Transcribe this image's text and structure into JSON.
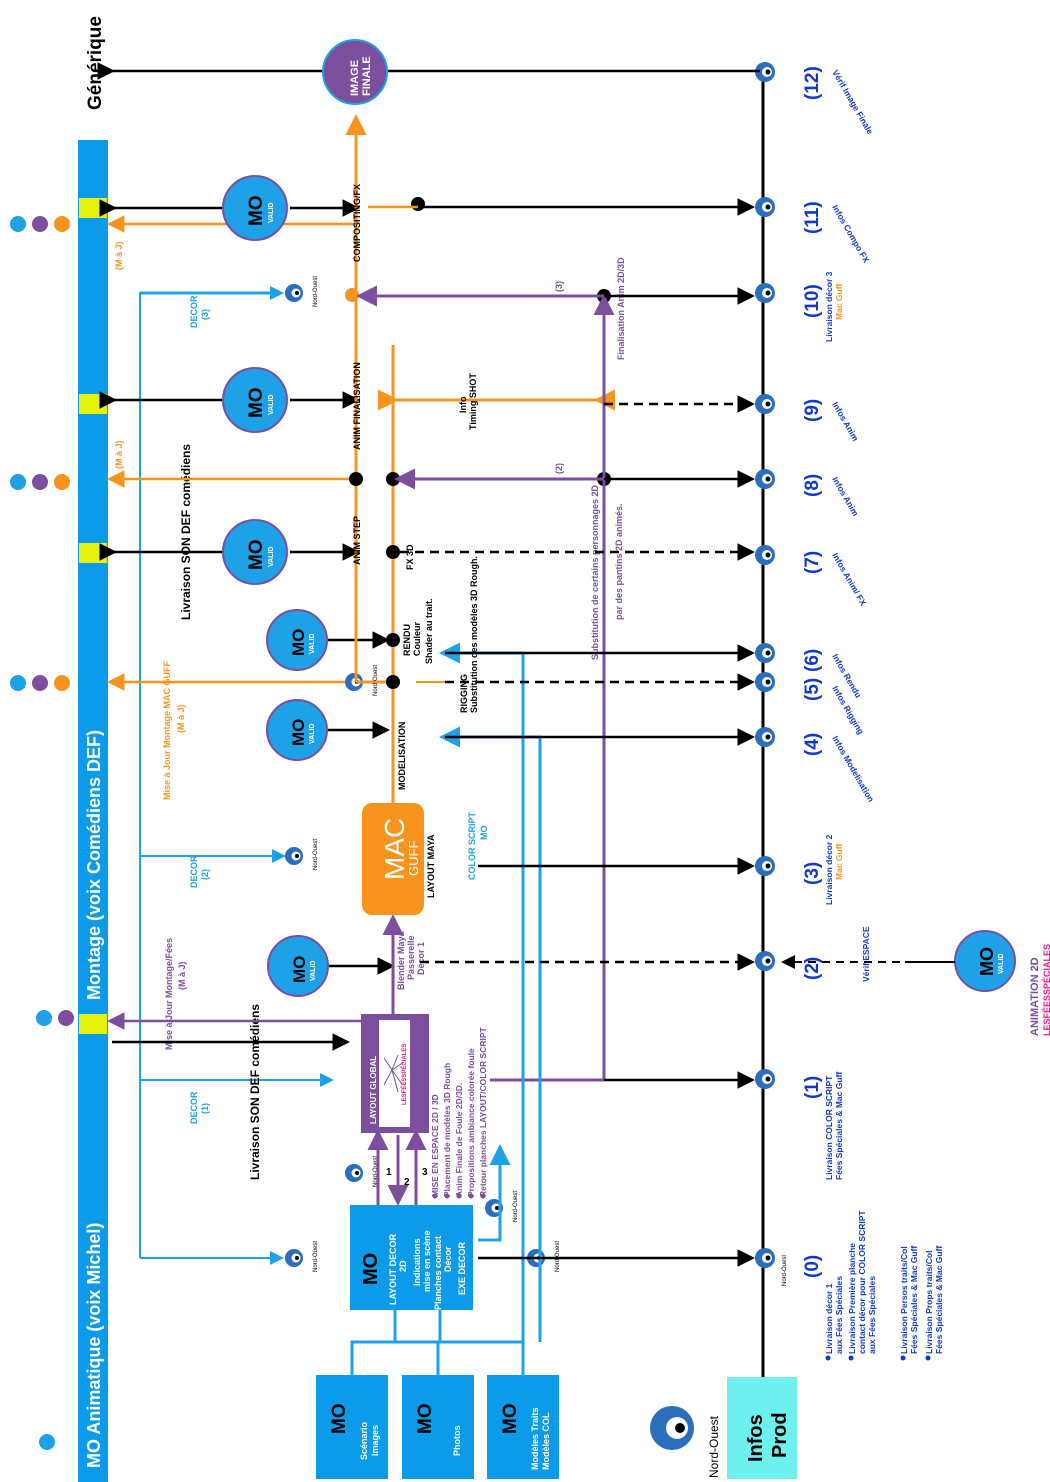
{
  "banner": {
    "generique": "Générique",
    "montage": "Montage (voix Comédiens DEF)",
    "mo_animatique": "MO Animatique (voix Michel)"
  },
  "colors": {
    "banner": "#0c9be8",
    "orange": "#f7941d",
    "purple": "#7b4f9d",
    "light_blue": "#1ea1e6",
    "dark_blue": "#1338c8",
    "black": "#000000",
    "yellow": "#e5f20b",
    "cyan": "#6ef0ef",
    "mo_box": "#0c9be8"
  },
  "boxes": {
    "mo_scenario": {
      "mo": "MO",
      "l1": "Scénario",
      "l2": "Images"
    },
    "mo_photos": {
      "mo": "MO",
      "l1": "Photos"
    },
    "mo_modeles": {
      "mo": "MO",
      "l1": "Modèles Traits",
      "l2": "Modèles COL"
    },
    "infos_prod": {
      "l1": "Infos",
      "l2": "Prod"
    },
    "layout_decor": {
      "mo": "MO",
      "l1": "LAYOUT DECOR",
      "l2": "2D",
      "l3": "Indications",
      "l4": "mise en scène",
      "l5": "Planches contact",
      "l6": "Décor",
      "l7": "EXE DECOR"
    },
    "layout_global": {
      "title": "LAYOUT GLOBAL",
      "logo": "LESFÉESSPÉCIALES"
    },
    "mac_guff": {
      "l1": "MAC",
      "l2": "GUFF",
      "sub": "LAYOUT MAYA"
    },
    "image_finale": {
      "l1": "IMAGE",
      "l2": "FINALE"
    }
  },
  "valid_circles": [
    {
      "mo": "MO",
      "valid": "VALID"
    },
    {
      "mo": "MO",
      "valid": "VALID"
    },
    {
      "mo": "MO",
      "valid": "VALID"
    },
    {
      "mo": "MO",
      "valid": "VALID"
    },
    {
      "mo": "MO",
      "valid": "VALID"
    },
    {
      "mo": "MO",
      "valid": "VALID"
    },
    {
      "mo": "MO",
      "valid": "VALID"
    }
  ],
  "pipeline_labels": {
    "modelisation": "MODELISATION",
    "rigging": "RIGGING",
    "rigging_sub": "Substitution des modèles 3D Rough.",
    "rendu": "RENDU",
    "rendu_sub1": "Couleur",
    "rendu_sub2": "Shader au trait.",
    "fx3d": "FX 3D",
    "anim_step": "ANIM STEP",
    "anim_finalisation": "ANIM FINALISATION",
    "info_timing1": "Info",
    "info_timing2": "Timing SHOT",
    "compositing": "COMPOSITING/FX",
    "color_script_mo1": "COLOR SCRIPT",
    "color_script_mo2": "MO",
    "blender1": "Blender Maya",
    "blender2": "Passerelle",
    "blender3": "Décor 1",
    "substitution1": "Substitution de certains personnages 2D",
    "substitution2": "par des pantins 2D animés.",
    "finalisation_anim": "Finalisation Anim 2D/3D",
    "step2": "(2)",
    "step3": "(3)",
    "arrow1": "1",
    "arrow2": "2",
    "arrow3": "3"
  },
  "mise_en_espace": [
    "MISE EN ESPACE 2D / 3D",
    "Placement de modèles 3D Rough",
    "Anim Finale de Foule 2D/3D.",
    "Propositions ambiance colorée foule",
    "Retour planches LAYOUT/COLOR SCRIPT"
  ],
  "banner_side": {
    "decor1_a": "DECOR",
    "decor1_b": "(1)",
    "decor2_a": "DECOR",
    "decor2_b": "(2)",
    "decor3_a": "DECOR",
    "decor3_b": "(3)",
    "livraison_son_1": "Livraison SON DEF comédiens",
    "livraison_son_2": "Livraison SON DEF comédiens",
    "maj_fees_a": "Mise à Jour Montage/Fées",
    "maj_fees_b": "(M à J)",
    "maj_mac_a": "Mise à Jour Montage MAC GUFF",
    "maj_mac_b": "(M à J)",
    "maj_1": "(M à J)",
    "maj_2": "(M à J)"
  },
  "nord_ouest": "Nord-Ouest",
  "timeline_numbers": [
    "(0)",
    "(1)",
    "(2)",
    "(3)",
    "(4)",
    "(5)",
    "(6)",
    "(7)",
    "(8)",
    "(9)",
    "(10)",
    "(11)",
    "(12)"
  ],
  "timeline_infos": {
    "i0": [
      "Livraison décor 1",
      "aux Fées Spéciales",
      "Livraison Première planche",
      "contact décor pour COLOR SCRIPT",
      "aux Fées Spéciales",
      "Livraison Persos traits/Col",
      "Fées Spéciales & Mac Guff",
      "Livraison Props traits/Col",
      "Fées Spéciales & Mac Guff"
    ],
    "i1a": "Livraison COLOR SCRIPT",
    "i1b": "Fées Spéciales & Mac Guff",
    "i2": "Vérif ESPACE",
    "i3a": "Livraison décor 2",
    "i3b": "Mac Guff",
    "i4": "Infos Modelisation",
    "i5": "Infos Rigging",
    "i6": "Infos Rendu",
    "i7": "Infos Anim/ FX",
    "i8": "Infos Anim",
    "i9": "Infos Anim",
    "i10a": "Livraison décor 3",
    "i10b": "Mac Guff",
    "i11": "Infos Compo FX",
    "i12": "Vérif Image Finale"
  },
  "animation_2d": {
    "l1": "ANIMATION 2D",
    "l2": "LESFÉESSPÉCIALES"
  }
}
